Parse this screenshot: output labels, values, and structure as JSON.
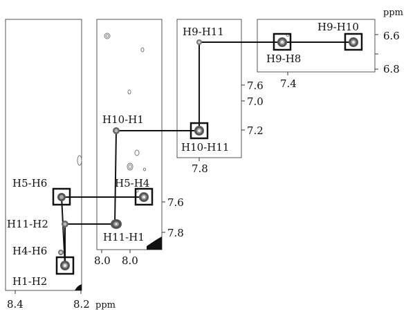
{
  "peak_labels": {
    "h9_h11": "H9-H11",
    "h9_h10": "H9-H10",
    "h9_h8": "H9-H8",
    "h10_h1": "H10-H1",
    "h10_h11": "H10-H11",
    "h5_h6": "H5-H6",
    "h5_h4": "H5-H4",
    "h11_h2": "H11-H2",
    "h11_h1": "H11-H1",
    "h4_h6": "H4-H6",
    "h1_h2": "H1-H2"
  },
  "axis_ticks": {
    "right_y_top": [
      "6.6",
      "6.8"
    ],
    "right_y_mid": [
      "7.0",
      "7.2",
      "7.6"
    ],
    "right_y_low": [
      "7.6",
      "7.8"
    ],
    "x_bottom_left": [
      "8.4",
      "8.2"
    ],
    "x_panel2": [
      "8.0",
      "8.0"
    ],
    "x_panel3": [
      "7.8"
    ],
    "x_panel4": [
      "7.4"
    ]
  },
  "units": {
    "top_right": "ppm",
    "bottom": "ppm"
  },
  "colors": {
    "line": "#111111",
    "frame": "#555555",
    "peak": "#6a6a6a"
  }
}
